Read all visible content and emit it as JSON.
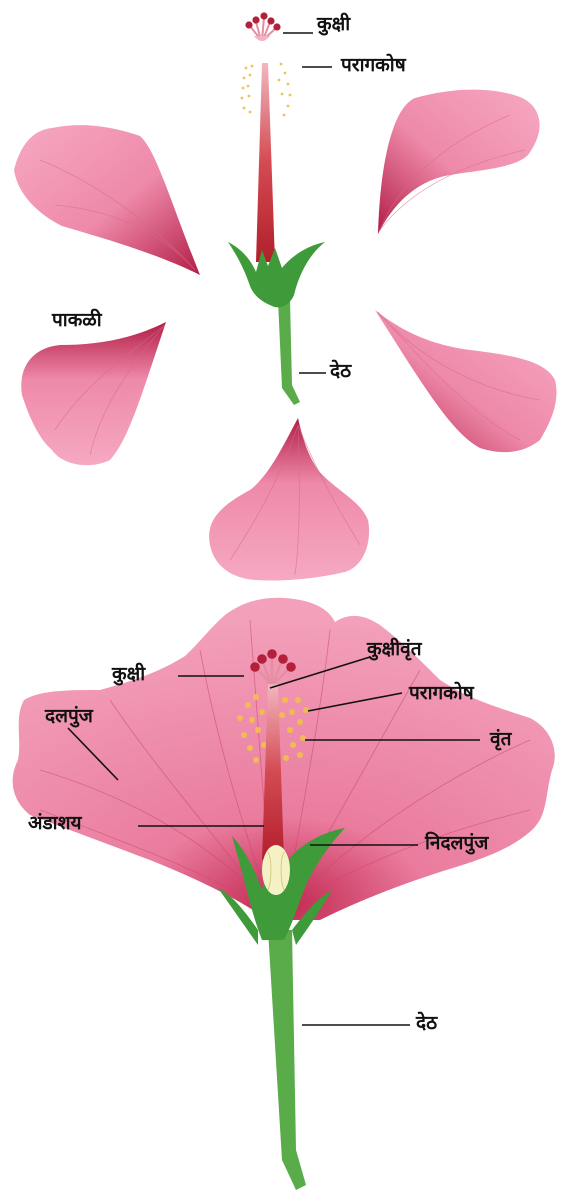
{
  "top_diagram": {
    "labels": {
      "stigma": "कुक्षी",
      "anther": "परागकोष",
      "petal": "पाकळी",
      "stalk": "देठ"
    }
  },
  "bottom_diagram": {
    "labels": {
      "stigma": "कुक्षी",
      "style": "कुक्षीवृंत",
      "anther": "परागकोष",
      "corolla": "दलपुंज",
      "filament": "वृंत",
      "calyx": "निदलपुंज",
      "ovary": "अंडाशय",
      "stalk": "देठ"
    }
  },
  "colors": {
    "petal": "#f08fae",
    "petal_dark": "#a8173a",
    "pistil": "#c9303a",
    "sepal": "#3f9a3a",
    "stem": "#5aab4a",
    "pollen": "#f2c04a",
    "ovary": "#f4f1c4"
  }
}
